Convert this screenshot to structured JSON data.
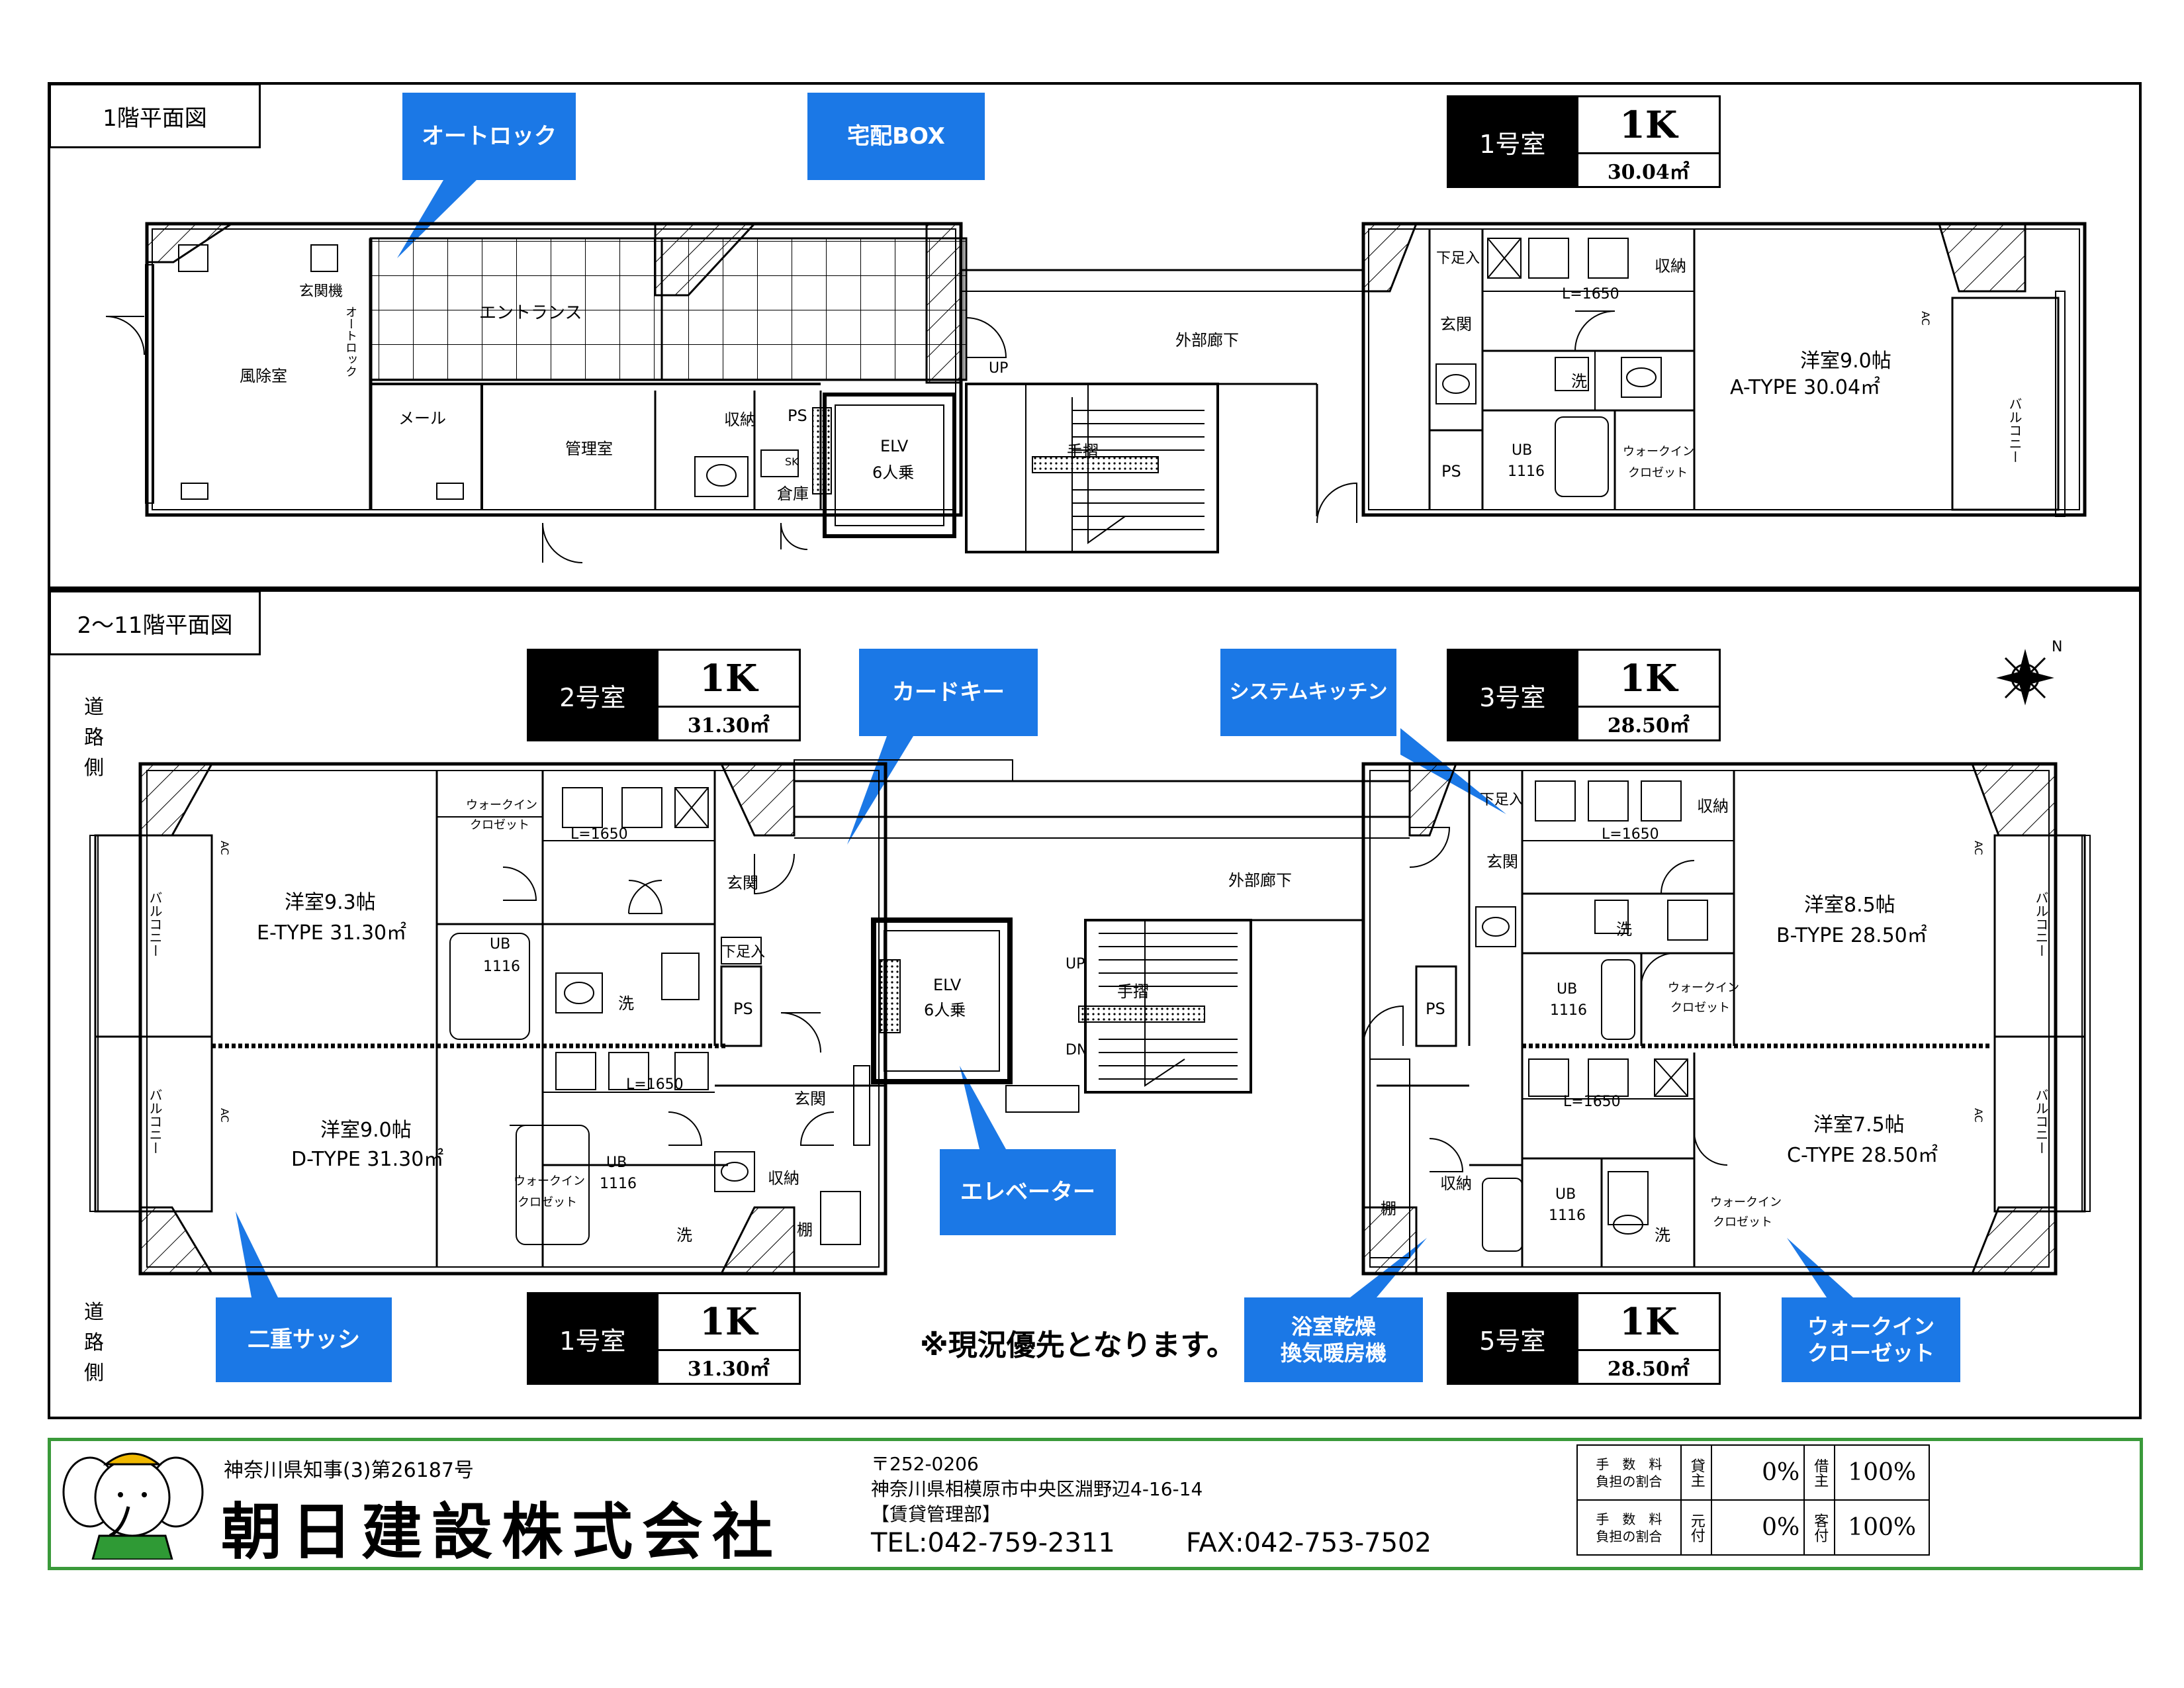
{
  "floor1": {
    "title": "1階平面図",
    "callouts": {
      "autolock": "オートロック",
      "delivery_box": "宅配BOX"
    },
    "unit": {
      "room": "1号室",
      "type": "1K",
      "area": "30.04㎡"
    },
    "rooms": {
      "vestibule": "風除室",
      "entrance_door": "玄関機",
      "autolock_small": "オートロック",
      "entrance": "エントランス",
      "mail": "メール",
      "management": "管理室",
      "storage": "収納",
      "ps": "PS",
      "warehouse": "倉庫",
      "elv": "ELV",
      "elv_cap": "6人乗",
      "up": "UP",
      "handrail": "手摺",
      "corridor": "外部廊下",
      "sk": "SK",
      "shoebox": "下足入",
      "genkan": "玄関",
      "l1650": "L=1650",
      "ub": "UB",
      "ub_size": "1116",
      "wash": "洗",
      "ps2": "PS",
      "closet1": "ウォークイン",
      "closet2": "クロゼット",
      "storage2": "収納",
      "room_name": "洋室9.0帖",
      "room_type": "A-TYPE 30.04㎡",
      "balcony": "バルコニー",
      "ac": "AC"
    }
  },
  "floor2": {
    "title": "2〜11階平面図",
    "callouts": {
      "cardkey": "カードキー",
      "system_kitchen": "システムキッチン",
      "elevator": "エレベーター",
      "double_sash": "二重サッシ",
      "bath_dryer": "浴室乾燥\n換気暖房機",
      "walkin_closet": "ウォークイン\nクローゼット"
    },
    "units": {
      "u2": {
        "room": "2号室",
        "type": "1K",
        "area": "31.30㎡"
      },
      "u3": {
        "room": "3号室",
        "type": "1K",
        "area": "28.50㎡"
      },
      "u1": {
        "room": "1号室",
        "type": "1K",
        "area": "31.30㎡"
      },
      "u5": {
        "room": "5号室",
        "type": "1K",
        "area": "28.50㎡"
      }
    },
    "road_side": "道路側",
    "notice": "※現況優先となります。",
    "rooms": {
      "e_name": "洋室9.3帖",
      "e_type": "E-TYPE 31.30㎡",
      "d_name": "洋室9.0帖",
      "d_type": "D-TYPE 31.30㎡",
      "b_name": "洋室8.5帖",
      "b_type": "B-TYPE 28.50㎡",
      "c_name": "洋室7.5帖",
      "c_type": "C-TYPE 28.50㎡",
      "corridor": "外部廊下",
      "elv": "ELV",
      "elv_cap": "6人乗",
      "up": "UP",
      "dn": "DN",
      "handrail": "手摺",
      "genkan": "玄関",
      "shoebox": "下足入",
      "ps": "PS",
      "storage": "収納",
      "shelf": "棚",
      "wash": "洗",
      "ub": "UB",
      "ub_size": "1116",
      "l1650": "L=1650",
      "closet1": "ウォークイン",
      "closet2": "クロゼット",
      "balcony": "バルコニー",
      "ac": "AC"
    }
  },
  "footer": {
    "license": "神奈川県知事(3)第26187号",
    "company": "朝日建設株式会社",
    "postal": "〒252-0206",
    "address": "神奈川県相模原市中央区淵野辺4-16-14",
    "dept": "【賃貸管理部】",
    "tel": "TEL:042-759-2311",
    "fax": "FAX:042-753-7502",
    "fee_label1": "手　数　料",
    "fee_label2": "負担の割合",
    "lender": "貸主",
    "borrower": "借主",
    "origin": "元付",
    "client": "客付",
    "pct0a": "0%",
    "pct100a": "100%",
    "pct0b": "0%",
    "pct100b": "100%"
  }
}
